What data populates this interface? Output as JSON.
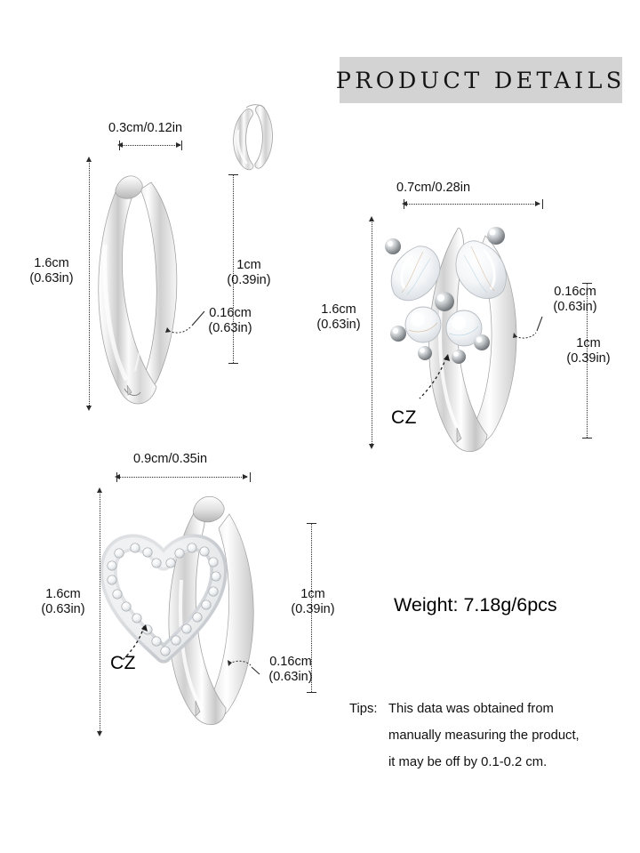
{
  "header": {
    "title": "PRODUCT DETAILS",
    "band_color": "#d3d3d3"
  },
  "products": [
    {
      "id": "plain-hoop",
      "name": "plain silver hoop earring",
      "dimensions": {
        "width": "0.3cm/0.12in",
        "height_cm": "1.6cm",
        "height_in": "(0.63in)",
        "depth_cm": "1cm",
        "depth_in": "(0.39in)",
        "thickness_cm": "0.16cm",
        "thickness_in": "(0.63in)"
      }
    },
    {
      "id": "butterfly-hoop",
      "name": "butterfly CZ hoop earring",
      "stone_label": "CZ",
      "dimensions": {
        "width": "0.7cm/0.28in",
        "height_cm": "1.6cm",
        "height_in": "(0.63in)",
        "depth_cm": "1cm",
        "depth_in": "(0.39in)",
        "thickness_cm": "0.16cm",
        "thickness_in": "(0.63in)"
      }
    },
    {
      "id": "heart-hoop",
      "name": "open heart CZ hoop earring",
      "stone_label": "CZ",
      "dimensions": {
        "width": "0.9cm/0.35in",
        "height_cm": "1.6cm",
        "height_in": "(0.63in)",
        "depth_cm": "1cm",
        "depth_in": "(0.39in)",
        "thickness_cm": "0.16cm",
        "thickness_in": "(0.63in)"
      }
    }
  ],
  "weight": {
    "label": "Weight:",
    "value": "7.18g/6pcs",
    "full": "Weight:  7.18g/6pcs"
  },
  "tips": {
    "label": "Tips:",
    "line1": "This data was obtained from",
    "line2": "manually measuring the product,",
    "line3": "it may be off by 0.1-0.2 cm."
  }
}
